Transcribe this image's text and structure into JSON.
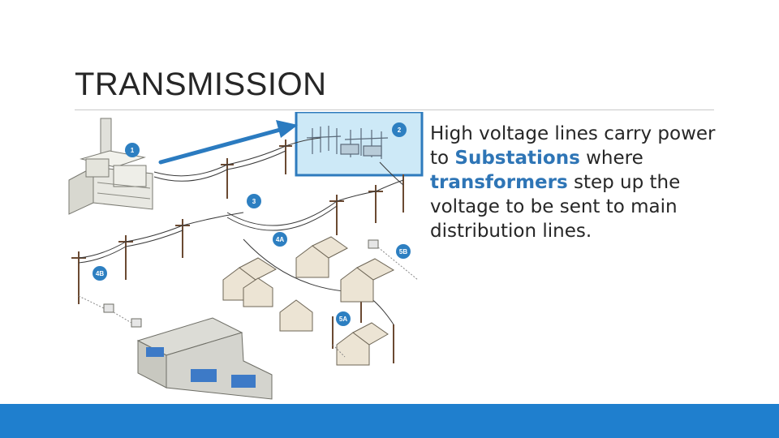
{
  "slide": {
    "title": "TRANSMISSION",
    "body": {
      "part1": "High voltage lines carry power to ",
      "highlight1": "Substations",
      "part2": " where ",
      "highlight2": "transformers",
      "part3": " step up the voltage to be sent to main distribution lines."
    },
    "colors": {
      "accent": "#1f7fce",
      "highlight_text": "#2e75b6",
      "arrow": "#2b7bc0",
      "badge": "#2d7fc1"
    }
  },
  "illustration": {
    "badges": [
      "1",
      "2",
      "3",
      "4A",
      "4B",
      "5A",
      "5B"
    ]
  }
}
